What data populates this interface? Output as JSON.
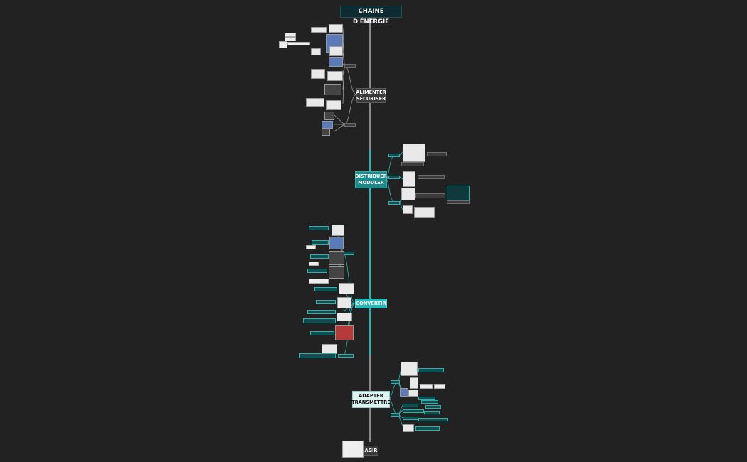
{
  "title": "CHAINE D'ÉNERGIE",
  "branches": [
    {
      "id": "alimenter",
      "line1": "ALIMENTER",
      "line2": "SÉCURISER"
    },
    {
      "id": "distribuer",
      "line1": "DISTRIBUER",
      "line2": "MODULER"
    },
    {
      "id": "convertir",
      "line1": "CONVERTIR",
      "line2": ""
    },
    {
      "id": "adapter",
      "line1": "ADAPTER",
      "line2": "TRANSMETTRE"
    },
    {
      "id": "agir",
      "line1": "AGIR",
      "line2": ""
    }
  ],
  "colors": {
    "background": "#222222",
    "spine_grey": "#8a8a8a",
    "spine_teal": "#2bb3b0",
    "title_bg": "#0d2b30"
  }
}
